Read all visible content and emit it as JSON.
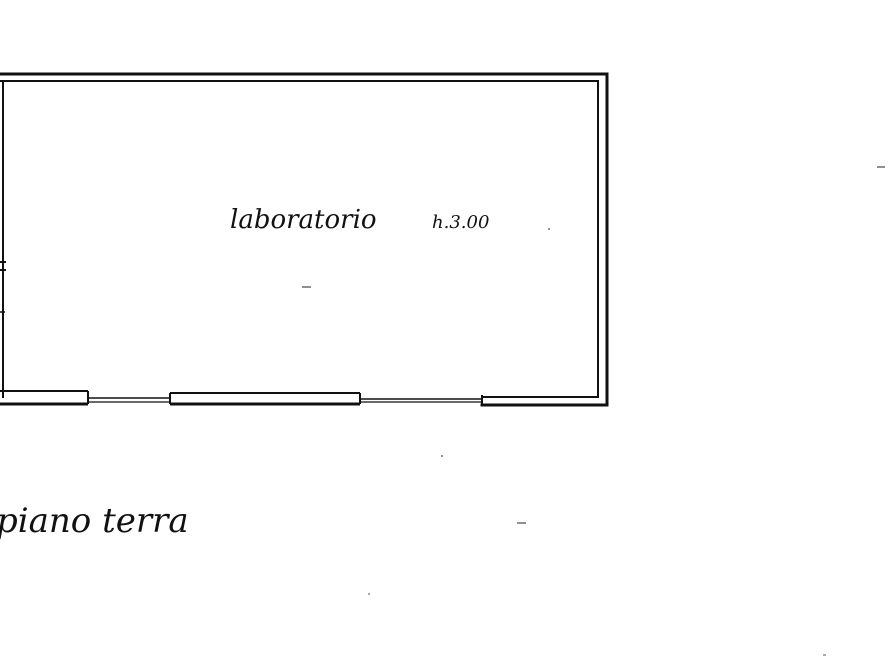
{
  "room": {
    "name": "laboratorio",
    "height_label": "h.3.00"
  },
  "floor_label": "piano terra",
  "colors": {
    "ink": "#111111",
    "paper": "#ffffff"
  }
}
